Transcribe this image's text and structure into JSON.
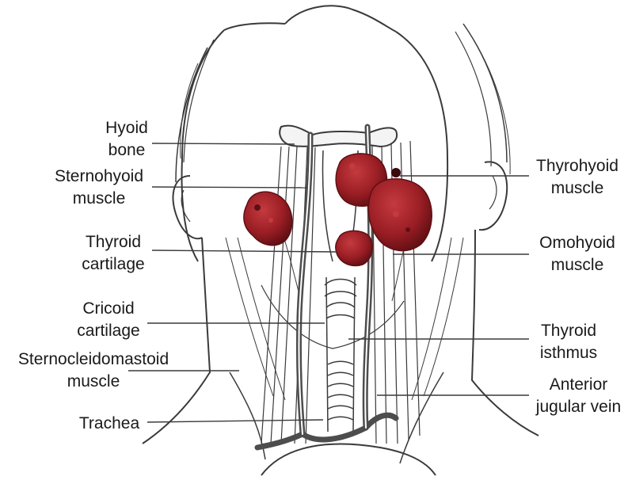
{
  "figure": {
    "labels": {
      "hyoid_bone": [
        "Hyoid",
        "bone"
      ],
      "sternohyoid_muscle": [
        "Sternohyoid",
        "muscle"
      ],
      "thyroid_cartilage": [
        "Thyroid",
        "cartilage"
      ],
      "cricoid_cartilage": [
        "Cricoid",
        "cartilage"
      ],
      "sternocleidomastoid_muscle": [
        "Sternocleidomastoid",
        "muscle"
      ],
      "trachea": [
        "Trachea"
      ],
      "thyrohyoid_muscle": [
        "Thyrohyoid",
        "muscle"
      ],
      "omohyoid_muscle": [
        "Omohyoid",
        "muscle"
      ],
      "thyroid_isthmus": [
        "Thyroid",
        "isthmus"
      ],
      "anterior_jugular_vein": [
        "Anterior",
        "jugular vein"
      ]
    },
    "colors": {
      "line": "#3a3a3a",
      "vein": "#4d4d4d",
      "tumor": "#9a1e24",
      "tumor_dark": "#5e0f14",
      "tumor_light": "#c43a3f"
    }
  }
}
